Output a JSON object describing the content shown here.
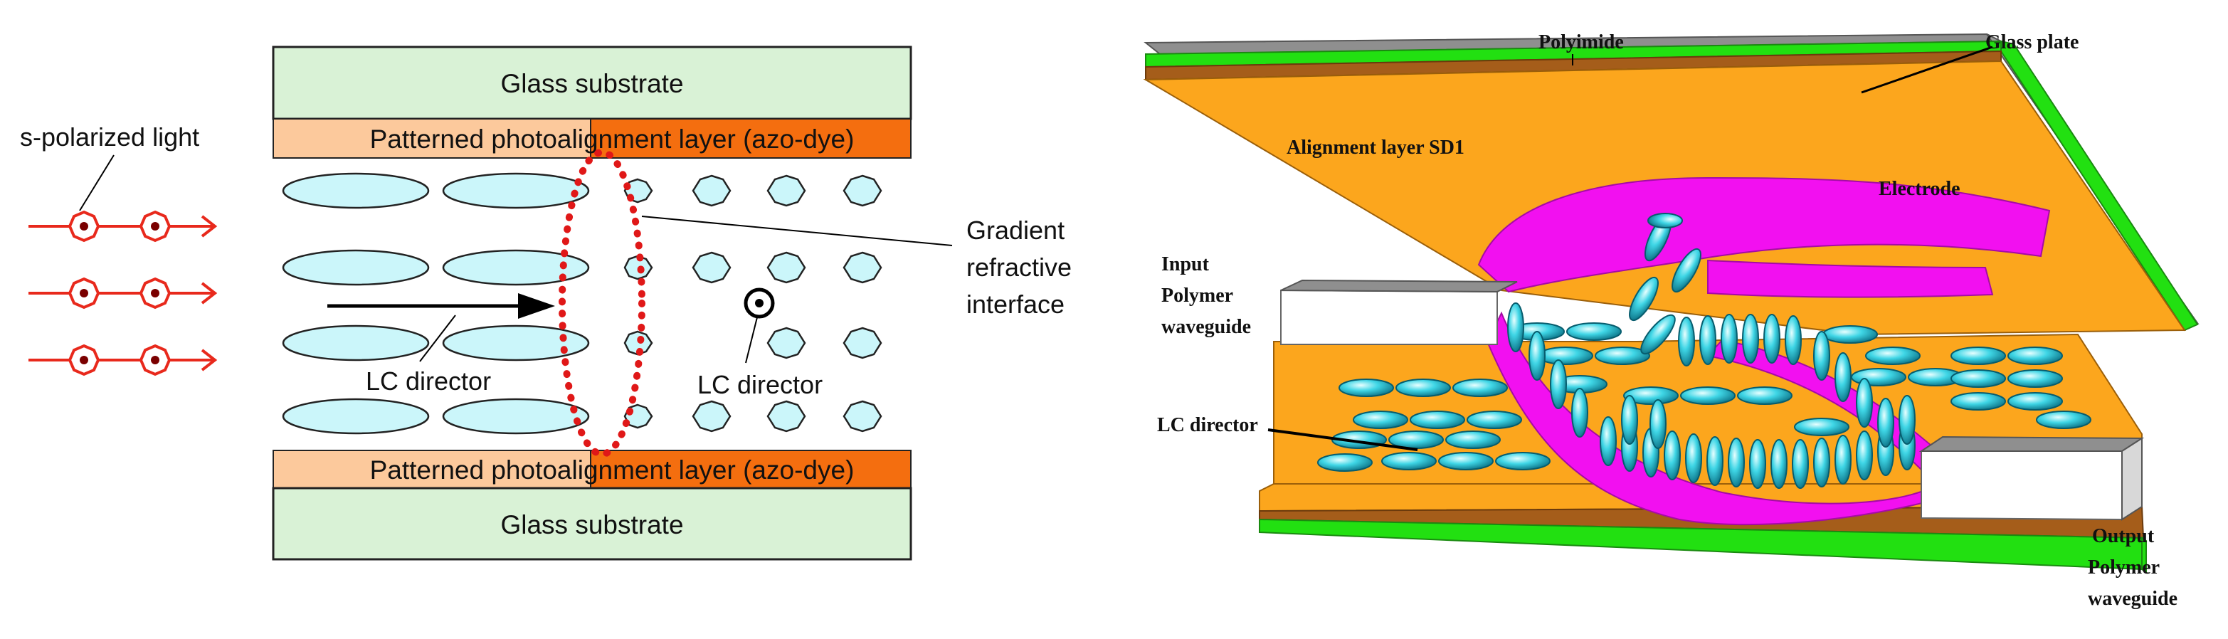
{
  "left_panel": {
    "glass_top": "Glass substrate",
    "glass_bottom": "Glass substrate",
    "align_top": "Patterned photoalignment layer (azo-dye)",
    "align_bottom": "Patterned photoalignment layer (azo-dye)",
    "s_polarized": "s-polarized light",
    "gradient_line1": "Gradient",
    "gradient_line2": "refractive",
    "gradient_line3": "interface",
    "lc_director_left": "LC director",
    "lc_director_right": "LC director"
  },
  "right_panel": {
    "polyimide": "Polyimide",
    "glass_plate": "Glass plate",
    "alignment_sd1": "Alignment layer SD1",
    "electrode": "Electrode",
    "input_line1": "Input",
    "input_line2": "Polymer",
    "input_line3": "waveguide",
    "lc_director": "LC director",
    "output_line1": "Output",
    "output_line2": "Polymer",
    "output_line3": "waveguide"
  },
  "colors": {
    "glass_green": "#d9f2d6",
    "align_peach": "#fcc99c",
    "align_orange": "#f46e0f",
    "lc_cyan": "#cbf6fa",
    "light_red": "#e8291c",
    "interface_red": "#e01818",
    "orange_layer": "#fca61d",
    "brown_layer": "#a55d1a",
    "green_layer": "#22e011",
    "electrode_magenta": "#f210f0",
    "gray_plate": "#8f8f8f",
    "teal_lc": "#18b8c9"
  }
}
